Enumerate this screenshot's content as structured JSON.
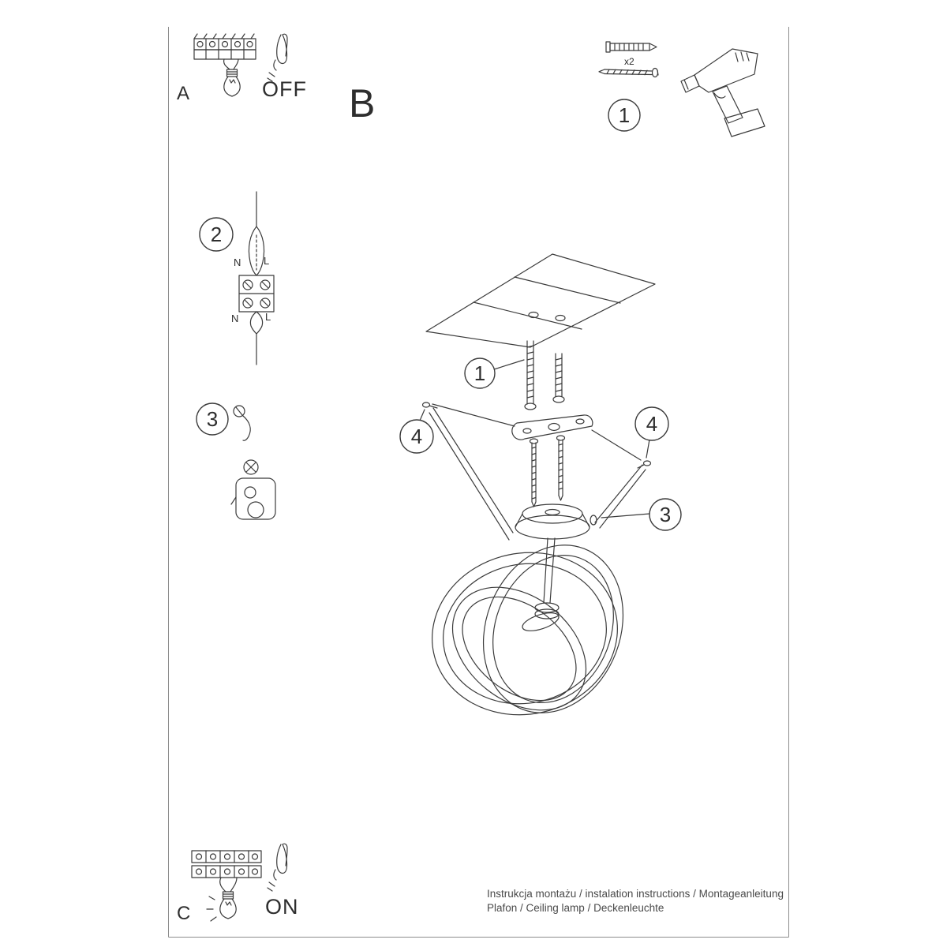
{
  "sections": {
    "a": {
      "label": "A",
      "state_label": "OFF"
    },
    "b": {
      "label": "B"
    },
    "c": {
      "label": "C",
      "state_label": "ON"
    }
  },
  "callouts": {
    "n1": "1",
    "n2": "2",
    "n3": "3",
    "n4": "4"
  },
  "hardware": {
    "plug_quantity": "x2"
  },
  "wiring": {
    "neutral_label": "N",
    "live_label": "L"
  },
  "footer": {
    "line1": "Instrukcja montażu / instalation instructions / Montageanleitung",
    "line2": "Plafon / Ceiling lamp / Deckenleuchte"
  },
  "colors": {
    "ink": "#3b3b3b",
    "frame": "#8c8c8c",
    "background": "#ffffff"
  }
}
